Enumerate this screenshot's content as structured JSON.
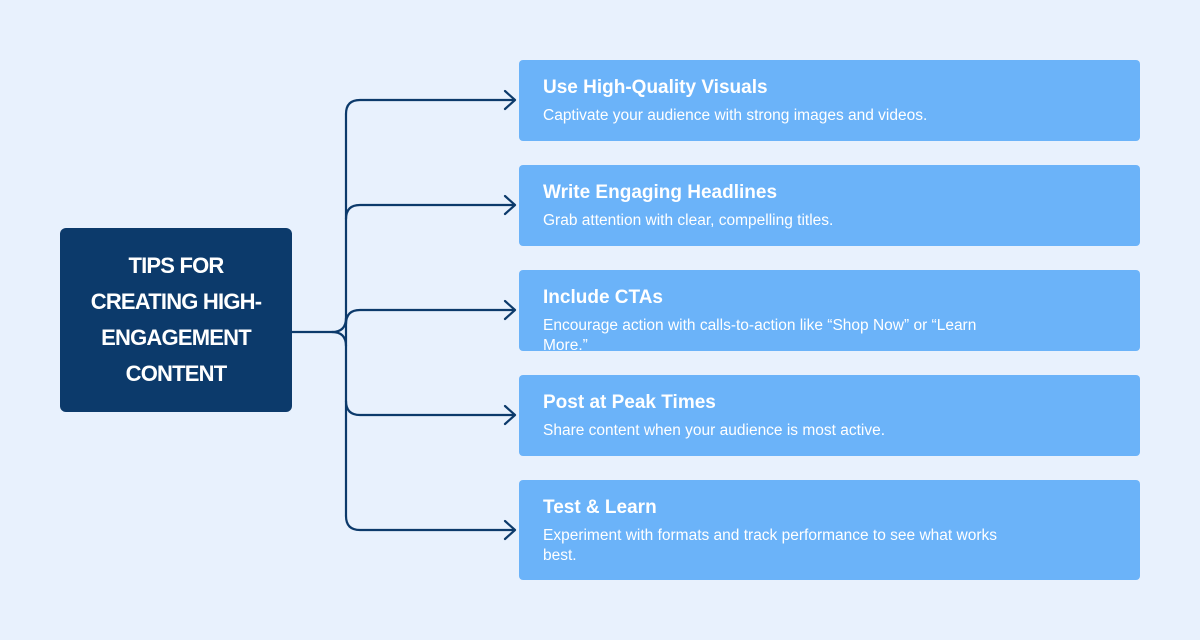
{
  "root": {
    "title": "TIPS FOR CREATING HIGH-ENGAGEMENT CONTENT"
  },
  "tips": [
    {
      "title": "Use High-Quality Visuals",
      "description": "Captivate your audience with strong images and videos."
    },
    {
      "title": "Write Engaging Headlines",
      "description": "Grab attention with clear, compelling titles."
    },
    {
      "title": "Include CTAs",
      "description": "Encourage action with calls-to-action like “Shop Now” or “Learn More.”"
    },
    {
      "title": "Post at Peak Times",
      "description": "Share content when your audience is most active."
    },
    {
      "title": "Test & Learn",
      "description": "Experiment with formats and track performance to see what works best."
    }
  ],
  "colors": {
    "background": "#e8f1fd",
    "root_fill": "#0c3a6b",
    "card_fill": "#6bb3f9",
    "connector": "#0c3a6b",
    "text_light": "#ffffff"
  }
}
